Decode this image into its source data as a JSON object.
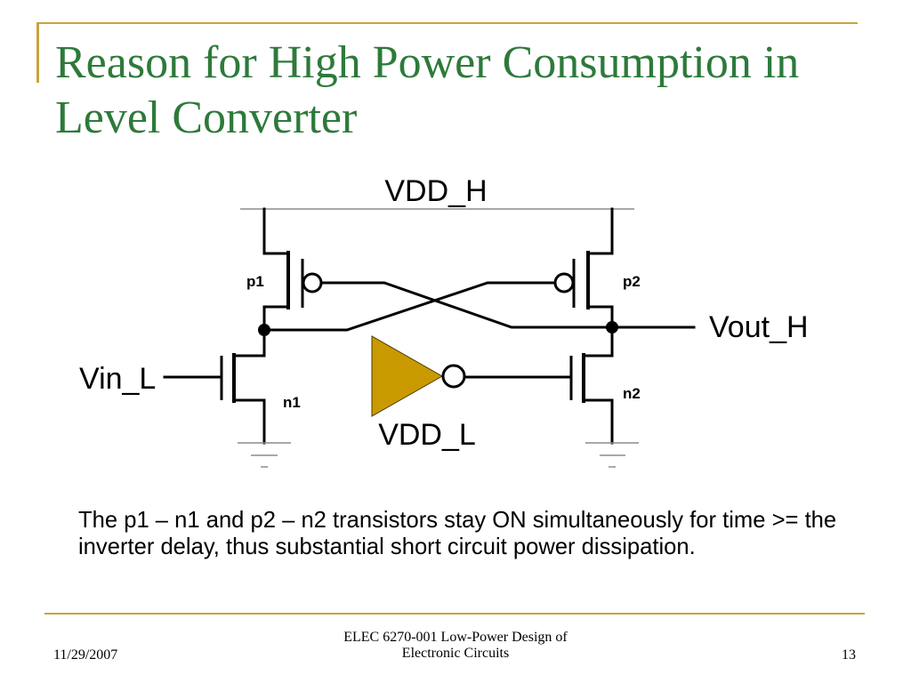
{
  "slide": {
    "title": "Reason for High Power Consumption in Level Converter",
    "body": "The p1 – n1 and p2 – n2 transistors stay ON simultaneously for time >= the inverter delay, thus substantial short circuit power dissipation."
  },
  "diagram": {
    "supply_high": "VDD_H",
    "supply_low": "VDD_L",
    "input": "Vin_L",
    "output": "Vout_H",
    "transistors": {
      "pmos_left": "p1",
      "pmos_right": "p2",
      "nmos_left": "n1",
      "nmos_right": "n2"
    }
  },
  "footer": {
    "date": "11/29/2007",
    "course_line1": "ELEC 6270-001 Low-Power Design of",
    "course_line2": "Electronic Circuits",
    "page_number": "13"
  },
  "colors": {
    "accent": "#C9A43A",
    "title": "#2D7A3A",
    "inverter": "#C99A00",
    "wire": "#000000",
    "ground": "#8C8C8C"
  }
}
